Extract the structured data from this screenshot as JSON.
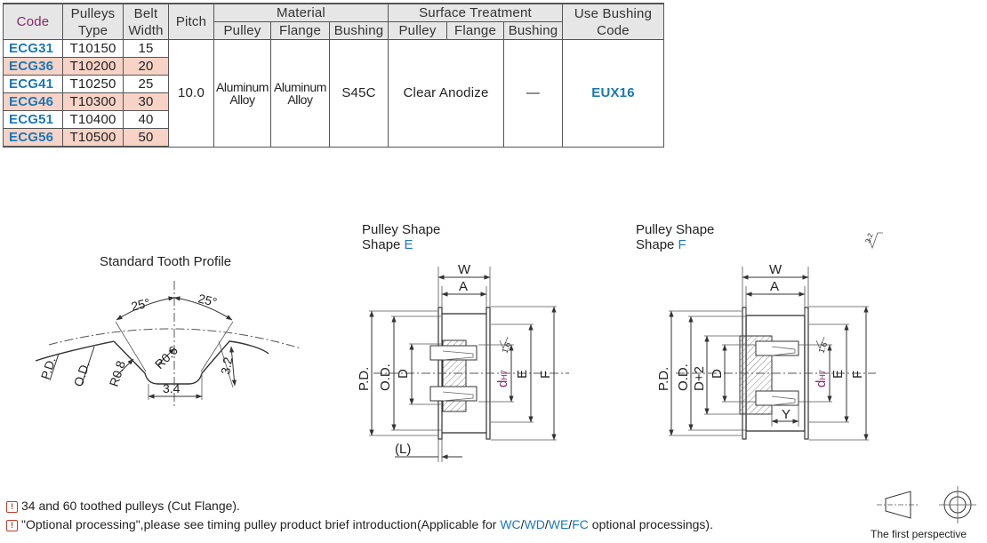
{
  "table": {
    "headers": {
      "code": "Code",
      "pulleys_type": [
        "Pulleys",
        "Type"
      ],
      "belt_width": [
        "Belt",
        "Width"
      ],
      "pitch": "Pitch",
      "material": "Material",
      "surface_treatment": "Surface Treatment",
      "use_bushing_code": [
        "Use Bushing",
        "Code"
      ],
      "sub": {
        "pulley": "Pulley",
        "flange": "Flange",
        "bushing": "Bushing"
      }
    },
    "rows": [
      {
        "code": "ECG31",
        "pulleys_type": "T10150",
        "belt_width": "15"
      },
      {
        "code": "ECG36",
        "pulleys_type": "T10200",
        "belt_width": "20"
      },
      {
        "code": "ECG41",
        "pulleys_type": "T10250",
        "belt_width": "25"
      },
      {
        "code": "ECG46",
        "pulleys_type": "T10300",
        "belt_width": "30"
      },
      {
        "code": "ECG51",
        "pulleys_type": "T10400",
        "belt_width": "40"
      },
      {
        "code": "ECG56",
        "pulleys_type": "T10500",
        "belt_width": "50"
      }
    ],
    "shared": {
      "pitch": "10.0",
      "material_pulley": [
        "Aluminum",
        "Alloy"
      ],
      "material_flange": [
        "Aluminum",
        "Alloy"
      ],
      "material_bushing": "S45C",
      "surface_pulley_flange": "Clear Anodize",
      "surface_bushing": "—",
      "use_bushing_code": "EUX16"
    }
  },
  "tooth_profile": {
    "title": "Standard Tooth Profile",
    "labels": {
      "angle_left": "25°",
      "angle_right": "25°",
      "pd": "P.D.",
      "od": "O.D.",
      "r08": "R0.8",
      "r06": "R0.6",
      "depth": "3.2",
      "width": "3.4"
    }
  },
  "shape_e": {
    "caption": [
      "Pulley Shape",
      "Shape "
    ],
    "shape_letter": "E",
    "labels": {
      "w": "W",
      "a": "A",
      "pd": "P.D.",
      "od": "O.D.",
      "d": "D",
      "dh7_d": "d",
      "dh7_sub": "H7",
      "e": "E",
      "f": "F",
      "l": "(L)",
      "rough": "1.6"
    }
  },
  "shape_f": {
    "caption": [
      "Pulley Shape",
      "Shape "
    ],
    "shape_letter": "F",
    "labels": {
      "w": "W",
      "a": "A",
      "pd": "P.D.",
      "od": "O.D.",
      "d2": "D+2",
      "d": "D",
      "dh7_d": "d",
      "dh7_sub": "H7",
      "e": "E",
      "f": "F",
      "y": "Y",
      "rough": "1.6",
      "finish": "3.2"
    }
  },
  "notes": {
    "note1_badge": "!",
    "note1": "34 and 60 toothed pulleys (Cut Flange).",
    "note2_badge": "!",
    "note2_pre": "\"Optional processing\",please see timing pulley product brief introduction(Applicable for ",
    "proc": [
      "WC",
      "WD",
      "WE",
      "FC"
    ],
    "note2_post": " optional processings)."
  },
  "projection_label": "The first perspective",
  "colors": {
    "code_blue": "#1a78b8",
    "highlight": "#f6d3c6",
    "header_bg": "#e6e6e6",
    "header_code": "#8a2a6b",
    "badge_red": "#c0392b",
    "dh7_purple": "#8a2a6b"
  }
}
